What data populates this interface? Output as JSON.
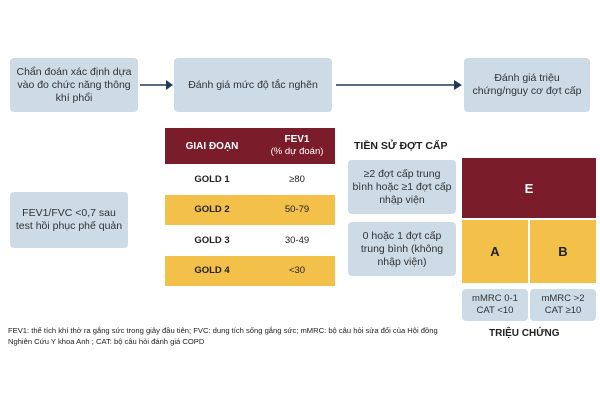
{
  "flow": {
    "box1": "Chẩn đoán xác định dựa vào đo chức năng thông khí phổi",
    "box2": "Đánh giá mức độ tắc nghẽn",
    "box3": "Đánh giá triệu chứng/nguy cơ đợt cấp",
    "box4": "FEV1/FVC <0,7 sau test hồi phục phế quản"
  },
  "gold_table": {
    "header_stage": "GIAI ĐOẠN",
    "header_fev1": "FEV1",
    "header_fev1_unit": "(% dự đoán)",
    "rows": [
      {
        "stage": "GOLD 1",
        "value": "≥80"
      },
      {
        "stage": "GOLD 2",
        "value": "50-79"
      },
      {
        "stage": "GOLD 3",
        "value": "30-49"
      },
      {
        "stage": "GOLD 4",
        "value": "<30"
      }
    ]
  },
  "history": {
    "title": "TIỀN SỬ ĐỢT CẤP",
    "high": "≥2 đợt cấp trung bình hoặc ≥1 đợt cấp nhập viện",
    "low": "0 hoặc 1 đợt cấp trung bình (không nhập viện)"
  },
  "groups": {
    "e": "E",
    "a": "A",
    "b": "B",
    "col_a_label": "mMRC 0-1 CAT <10",
    "col_b_label": "mMRC >2 CAT ≥10",
    "symptoms_title": "TRIỆU CHỨNG"
  },
  "footnote": "FEV1: thể tích khí thở ra gắng sức trong giây đầu tiên; FVC: dung tích sống gắng sức; mMRC: bộ câu hỏi sửa đổi của Hội đồng Nghiên Cứu Y khoa Anh ; CAT: bộ câu hỏi đánh giá COPD",
  "colors": {
    "box": "#ccdbe6",
    "dark_red": "#7a1c2a",
    "gold": "#f3c04a",
    "arrow": "#1f3b5c"
  }
}
